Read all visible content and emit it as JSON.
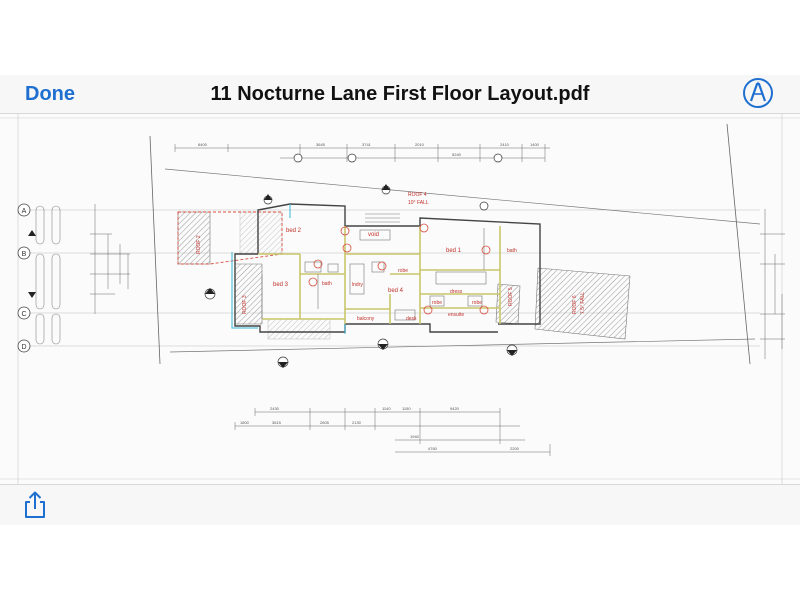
{
  "nav": {
    "done_label": "Done",
    "title": "11 Nocturne Lane First Floor Layout.pdf",
    "markup_icon": "markup-pen-circle-icon",
    "share_icon": "share-icon"
  },
  "plan": {
    "grid_markers": [
      "A",
      "B",
      "C",
      "D"
    ],
    "rooms": [
      "bed 2",
      "void",
      "bed 1",
      "bath",
      "bed 3",
      "bath",
      "robe",
      "lndry",
      "bed 4",
      "dress",
      "robe",
      "robe",
      "balcony",
      "desk",
      "ensuite"
    ],
    "roof_labels": [
      "ROOF 4",
      "10° FALL",
      "ROOF 5",
      "ROOF 6",
      "7.5° FALL",
      "ROOF 3",
      "ROOF 2"
    ],
    "dimensions_top": [
      "6400",
      "3645",
      "3741",
      "2010",
      "5240",
      "2410",
      "1400"
    ],
    "dimensions_bottom": [
      "2430",
      "1140",
      "1150",
      "9420",
      "1800",
      "3615",
      "2605",
      "2130",
      "1940",
      "4760",
      "2200"
    ]
  },
  "colors": {
    "accent": "#1f6fd1",
    "plan_line": "#444444",
    "cyan": "#3ab7d8",
    "yellow": "#c9c66a",
    "red_label": "#c0302b"
  }
}
